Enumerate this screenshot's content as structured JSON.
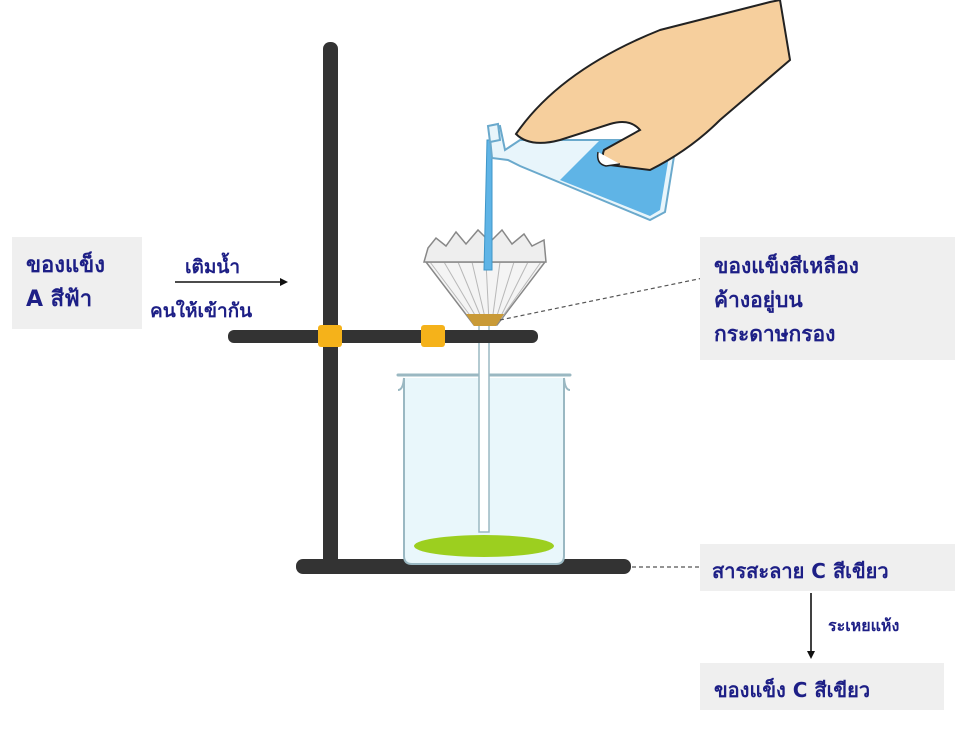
{
  "labels": {
    "solid_a_line1": "ของแข็ง",
    "solid_a_line2": "A สีฟ้า",
    "add_water_line1": "เติมน้ำ",
    "add_water_line2": "คนให้เข้ากัน",
    "residue_line1": "ของแข็งสีเหลือง",
    "residue_line2": "ค้างอยู่บน",
    "residue_line3": "กระดาษกรอง",
    "solution_c": "สารสะลาย C สีเขียว",
    "evaporate": "ระเหยแห้ง",
    "solid_c": "ของแข็ง C สีเขียว"
  },
  "colors": {
    "text": "#1d1f86",
    "label_box": "#efefef",
    "stand": "#333333",
    "clamp": "#f5b21a",
    "beaker_glass": "#e9f7fb",
    "green_solution": "#9ccf1f",
    "blue_liquid": "#5fb4e6",
    "skin": "#f6cf9d",
    "yellow_residue": "#c99a37"
  }
}
